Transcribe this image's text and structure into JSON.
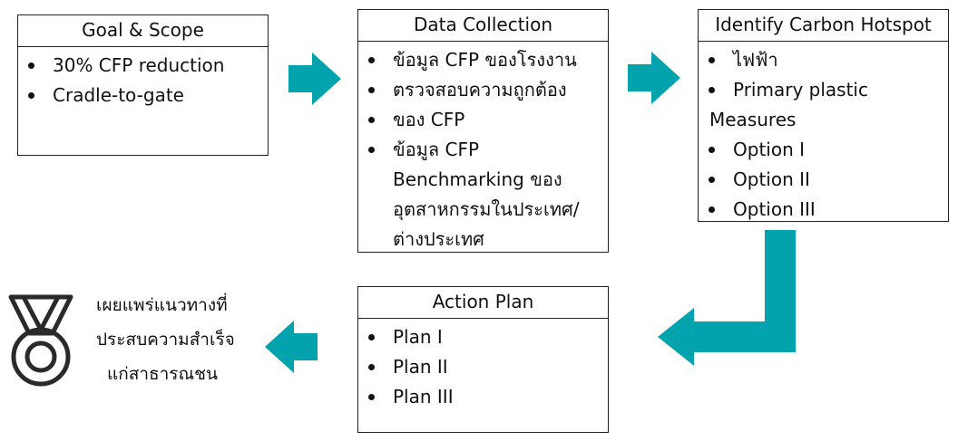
{
  "colors": {
    "accent": "#03a3ad",
    "border": "#222222",
    "text": "#111111"
  },
  "goal": {
    "title": "Goal & Scope",
    "items": [
      "30% CFP reduction",
      "Cradle-to-gate"
    ]
  },
  "data_collection": {
    "title": "Data Collection",
    "items": [
      [
        "ข้อมูล CFP ของโรงงาน"
      ],
      [
        "ตรวจสอบความถูกต้อง",
        "ของ CFP"
      ],
      [
        "ข้อมูล CFP",
        "Benchmarking ของ",
        "อุตสาหกรรมในประเทศ/",
        "ต่างประเทศ"
      ]
    ]
  },
  "hotspot": {
    "title": "Identify Carbon Hotspot",
    "items": [
      "ไฟฟ้า",
      "Primary plastic"
    ],
    "measures_label": "Measures",
    "options": [
      "Option I",
      "Option II",
      "Option III"
    ]
  },
  "action_plan": {
    "title": "Action Plan",
    "items": [
      "Plan I",
      "Plan II",
      "Plan III"
    ]
  },
  "outcome": {
    "icon": "medal-icon",
    "lines": [
      "เผยแพร่แนวทางที่",
      "ประสบความสำเร็จ",
      "แก่สาธารณชน"
    ]
  }
}
